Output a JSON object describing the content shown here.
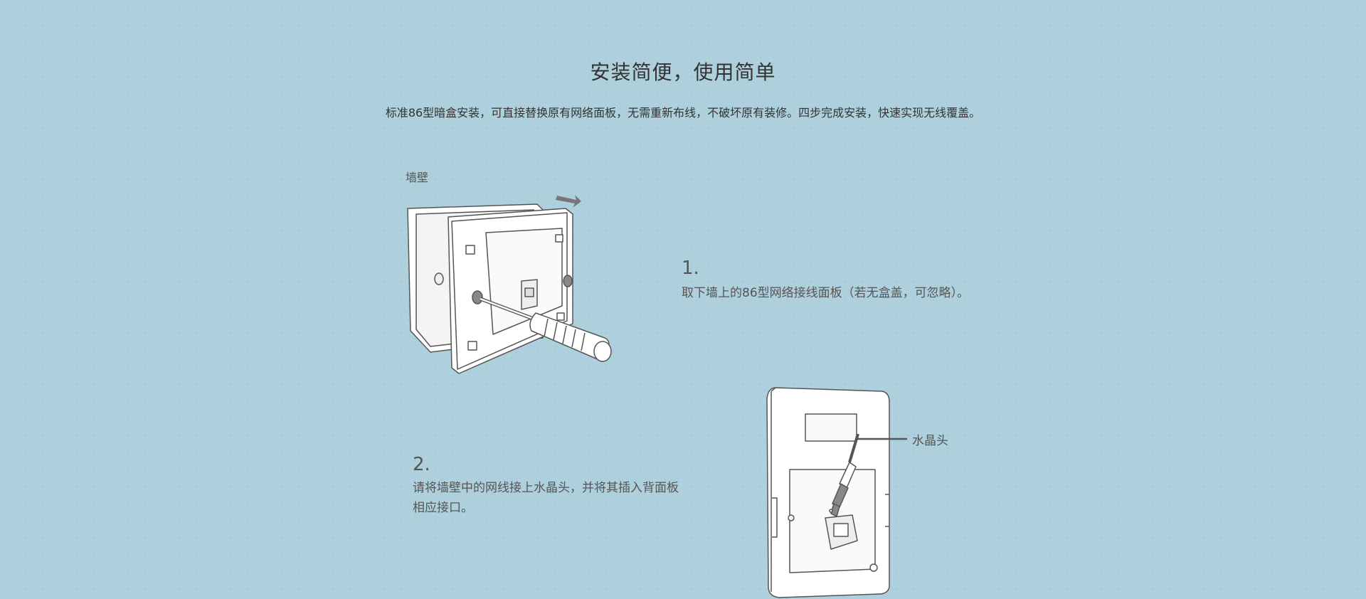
{
  "header": {
    "title": "安装简便，使用简单",
    "subtitle": "标准86型暗盒安装，可直接替换原有网络面板，无需重新布线，不破坏原有装修。四步完成安装，快速实现无线覆盖。"
  },
  "illustration1": {
    "wall_label": "墙壁"
  },
  "steps": [
    {
      "number": "1.",
      "text": "取下墙上的86型网络接线面板（若无盒盖，可忽略）。"
    },
    {
      "number": "2.",
      "text": "请将墙壁中的网线接上水晶头，并将其插入背面板相应接口。"
    }
  ],
  "illustration2": {
    "connector_label": "水晶头"
  },
  "colors": {
    "background": "#add0dc",
    "line": "#555555",
    "fill": "#ffffff"
  }
}
